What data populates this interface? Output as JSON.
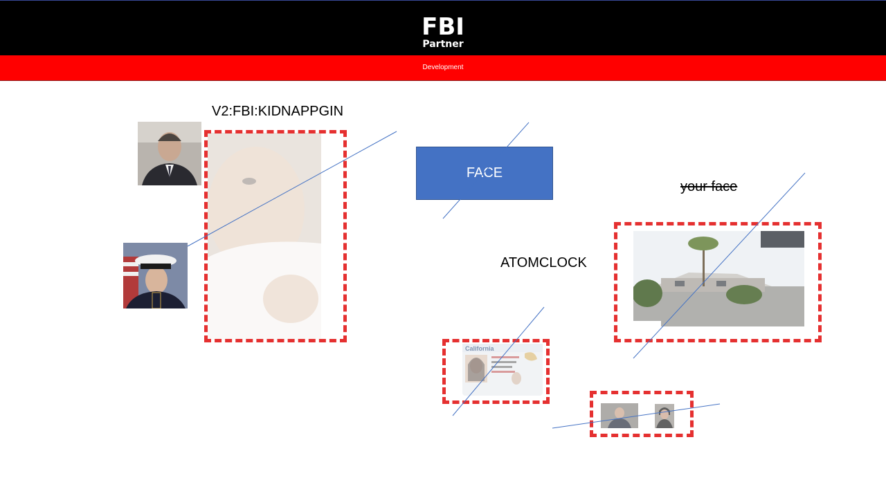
{
  "header": {
    "title": "FBI",
    "subtitle": "Partner",
    "bar_label": "Development",
    "bar_color": "#ff0000"
  },
  "labels": {
    "kidnapping": "V2:FBI:KIDNAPPGIN",
    "face_button": "FACE",
    "your_face": "your face",
    "atomclock": "ATOMCLOCK"
  },
  "id_card": {
    "state": "California"
  },
  "colors": {
    "accent_blue": "#4472c4",
    "dash_red": "#e53030",
    "line_blue": "#4472c4"
  },
  "images": [
    "portrait-suit-photo",
    "marine-dress-uniform-photo",
    "baby-photo-faded",
    "street-view-house-photo",
    "drivers-license-photo",
    "two-person-thumbnails"
  ]
}
